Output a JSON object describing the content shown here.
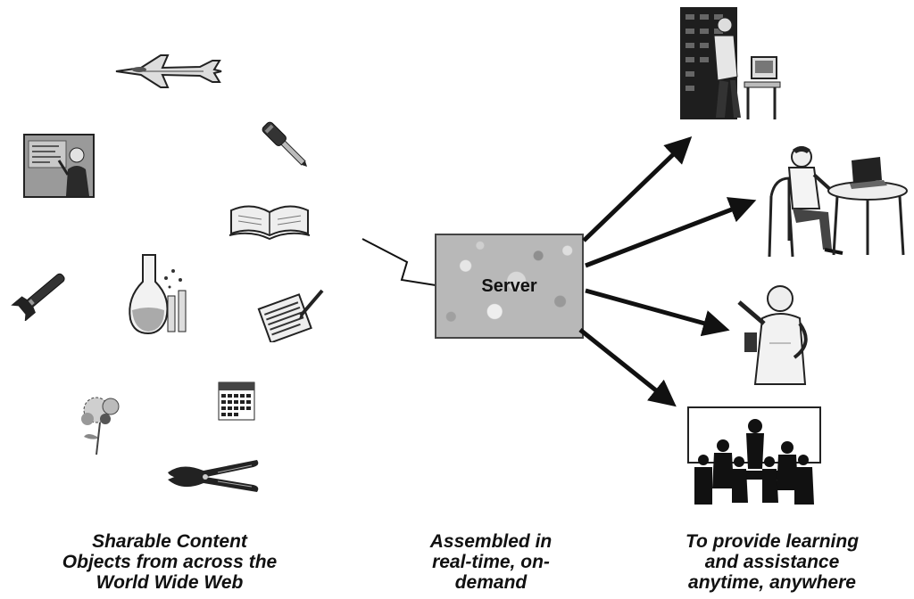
{
  "server": {
    "label": "Server"
  },
  "captions": {
    "left": [
      "Sharable Content",
      "Objects from across the",
      "World Wide Web"
    ],
    "middle": [
      "Assembled in",
      "real-time, on-",
      "demand"
    ],
    "right": [
      "To provide learning",
      "and assistance",
      "anytime, anywhere"
    ]
  },
  "icons": {
    "left": [
      "fighter-jet-icon",
      "teacher-at-board-icon",
      "screwdriver-icon",
      "open-book-icon",
      "wrench-icon",
      "lab-flask-icon",
      "notepad-with-pen-icon",
      "flower-plant-icon",
      "calendar-icon",
      "pliers-icon"
    ],
    "right": [
      "technician-at-rack-icon",
      "person-at-laptop-desk-icon",
      "pointing-person-icon",
      "classroom-group-icon"
    ]
  }
}
